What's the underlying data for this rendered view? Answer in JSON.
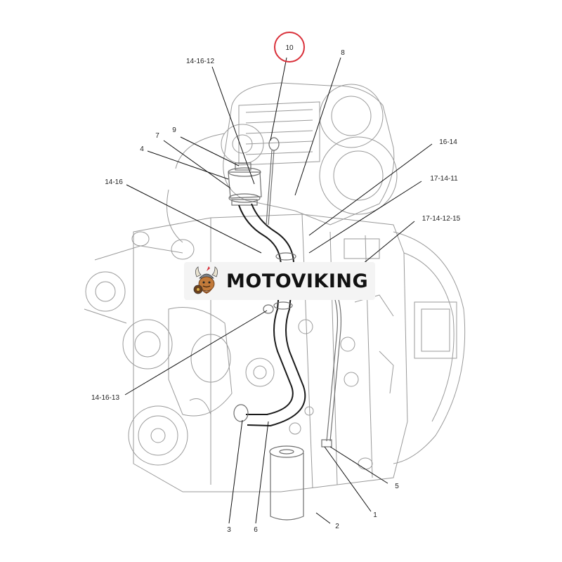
{
  "callouts": {
    "c10": "10",
    "c8": "8",
    "c14_16_12": "14-16-12",
    "c9": "9",
    "c7": "7",
    "c4": "4",
    "c14_16": "14-16",
    "c16_14": "16-14",
    "c17_14_11": "17-14-11",
    "c17_14_12_15": "17-14-12-15",
    "c14_16_13": "14-16-13",
    "c5": "5",
    "c1": "1",
    "c2": "2",
    "c3": "3",
    "c6": "6"
  },
  "brand": {
    "name": "MOTOVIKING"
  },
  "colors": {
    "highlight": "#d9303a",
    "linework": "#9a9a9a",
    "hose": "#1a1a1a",
    "banner_bg": "#f4f4f4"
  }
}
